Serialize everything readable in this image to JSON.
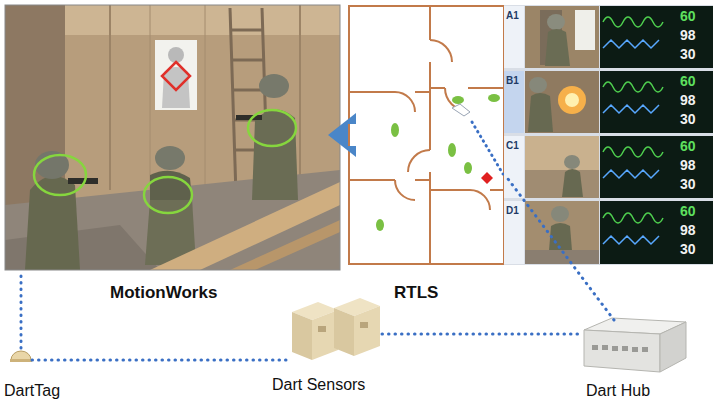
{
  "diagram": {
    "nodes": [
      {
        "text": [
          "MotionWorks"
        ]
      },
      {
        "text": [
          "RTLS"
        ]
      },
      {
        "text": [
          "DartTag"
        ]
      },
      {
        "text": [
          "Dart Sensors"
        ]
      },
      {
        "text": [
          "Dart Hub"
        ]
      }
    ],
    "edges": [
      {
        "from": 1,
        "to": 0,
        "arrow": "to"
      },
      {
        "from": 2,
        "to": 0,
        "arrow": "none"
      },
      {
        "from": 2,
        "to": 3,
        "arrow": "none"
      },
      {
        "from": 3,
        "to": 4,
        "arrow": "none"
      },
      {
        "from": 4,
        "to": 1,
        "arrow": "none"
      }
    ],
    "labels": [
      "A1",
      "60",
      "98",
      "30",
      "B1",
      "60",
      "98",
      "30",
      "C1",
      "60",
      "98",
      "30",
      "D1",
      "60",
      "98",
      "30"
    ]
  }
}
